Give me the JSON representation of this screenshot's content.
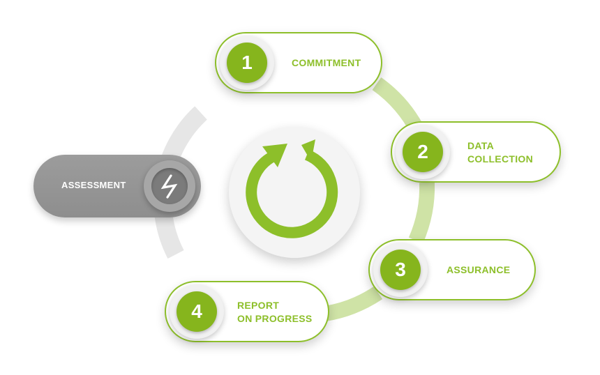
{
  "diagram": {
    "assessment": {
      "label": "ASSESSMENT"
    },
    "steps": [
      {
        "number": "1",
        "label": "COMMITMENT"
      },
      {
        "number": "2",
        "label": "DATA\nCOLLECTION"
      },
      {
        "number": "3",
        "label": "ASSURANCE"
      },
      {
        "number": "4",
        "label": "REPORT\nON PROGRESS"
      }
    ]
  },
  "colors": {
    "accent": "#8dbf2a",
    "badge": "#86b51d",
    "ring": "#cfe3a6",
    "gray_pill": "#939393",
    "gray_arc": "#e6e6e6"
  },
  "icons": {
    "center": "circular-arrows-icon",
    "assessment": "lightning-bolt-icon"
  }
}
